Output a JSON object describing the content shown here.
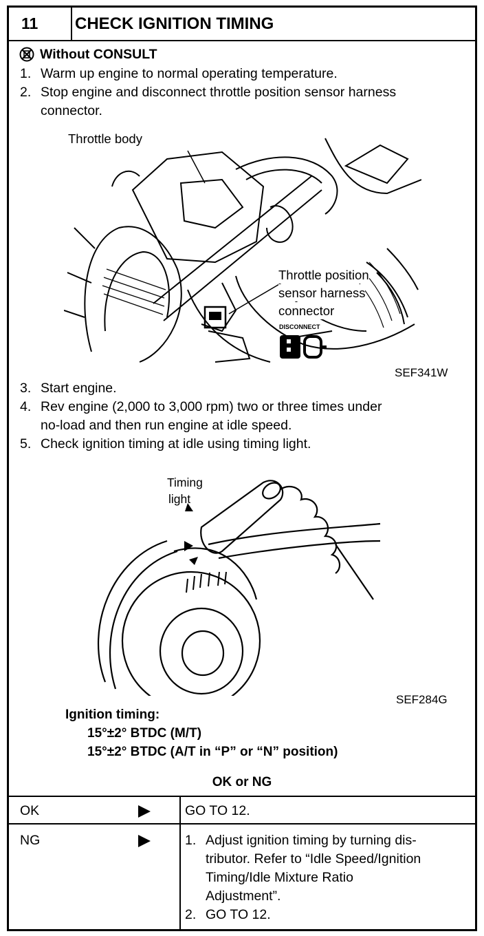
{
  "header": {
    "step_number": "11",
    "title": "CHECK IGNITION TIMING"
  },
  "without_consult": {
    "icon": "no-consult-icon",
    "label": "Without CONSULT"
  },
  "steps_a": [
    {
      "num": "1.",
      "text": "Warm up engine to normal operating temperature."
    },
    {
      "num": "2.",
      "text": "Stop engine and disconnect throttle position sensor harness",
      "cont": "connector."
    }
  ],
  "figure1": {
    "label_throttle_body": "Throttle body",
    "label_tps_1": "Throttle position",
    "label_tps_2": "sensor harness",
    "label_tps_3": "connector",
    "disconnect": "DISCONNECT",
    "code": "SEF341W"
  },
  "steps_b": [
    {
      "num": "3.",
      "text": "Start engine."
    },
    {
      "num": "4.",
      "text": "Rev engine (2,000 to 3,000 rpm) two or three times under",
      "cont": "no-load and then run engine at idle speed."
    },
    {
      "num": "5.",
      "text": "Check ignition timing at idle using timing light."
    }
  ],
  "figure2": {
    "label_timing_1": "Timing",
    "label_timing_2": "light",
    "code": "SEF284G"
  },
  "spec": {
    "title": "Ignition timing:",
    "line1": "15°±2° BTDC (M/T)",
    "line2": "15°±2° BTDC (A/T in “P” or “N” position)"
  },
  "result_heading": "OK or NG",
  "results": [
    {
      "status": "OK",
      "lines": [
        "GO TO 12."
      ]
    },
    {
      "status": "NG",
      "items": [
        {
          "num": "1.",
          "lines": [
            "Adjust ignition timing by turning dis-",
            "tributor. Refer to “Idle Speed/Ignition",
            "Timing/Idle Mixture Ratio",
            "Adjustment”."
          ]
        },
        {
          "num": "2.",
          "lines": [
            "GO TO 12."
          ]
        }
      ]
    }
  ]
}
